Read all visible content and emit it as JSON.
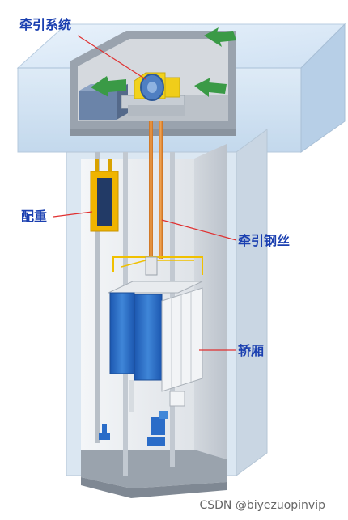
{
  "labels": {
    "traction_system": "牵引系统",
    "counterweight": "配重",
    "traction_rope": "牵引钢丝",
    "car": "轿厢"
  },
  "watermark": "CSDN @biyezuopinvip",
  "colors": {
    "label_text": "#1a3fb0",
    "leader_line": "#e03030",
    "building_glass": "#c8dcf0",
    "shaft_wall": "#e6e9ee",
    "counterweight": "#f0b400",
    "rope": "#e08a30",
    "car_panel": "#2a6cc8",
    "arrow": "#3a9a46",
    "machine": "#f2d21c"
  },
  "icons": [
    "airflow-arrow-icon"
  ]
}
